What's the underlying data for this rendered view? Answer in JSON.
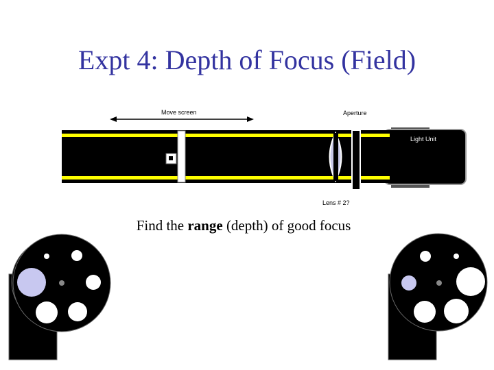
{
  "slide": {
    "title": "Expt 4: Depth of Focus (Field)",
    "labels": {
      "move_screen": "Move screen",
      "aperture": "Aperture",
      "light_unit": "Light Unit",
      "lens": "Lens # 2?"
    },
    "caption": {
      "before": "Find the ",
      "bold": "range",
      "after": " (depth) of good focus"
    }
  },
  "colors": {
    "title": "#3333a0",
    "rail": "#000000",
    "rail_stripe": "#ffff00",
    "lens": "#c8c8e8",
    "wheel_highlight": "#c8c8f0",
    "light_unit_frame": "#555555"
  },
  "icons": {
    "arrow": "double-headed-arrow",
    "wheels": "aperture-wheel"
  }
}
